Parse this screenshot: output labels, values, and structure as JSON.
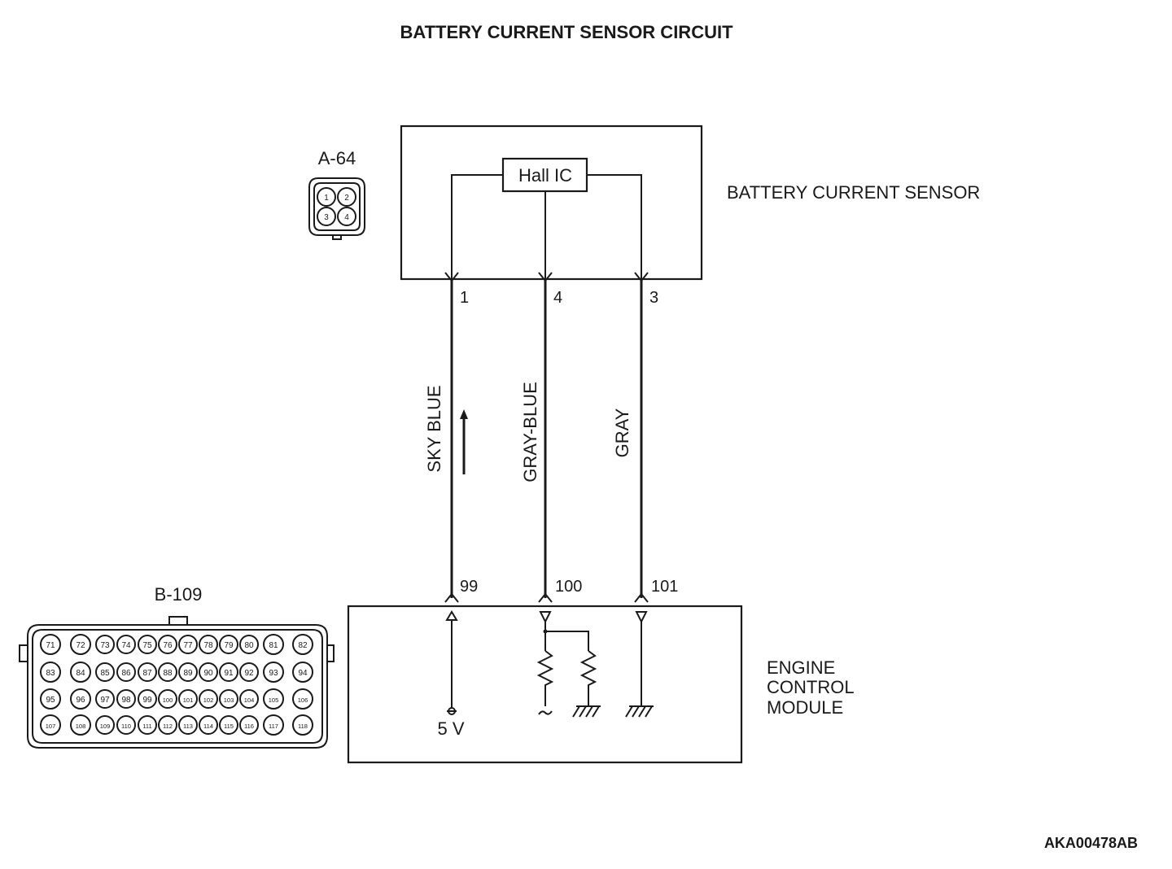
{
  "title": "BATTERY CURRENT SENSOR CIRCUIT",
  "sensor": {
    "name": "BATTERY CURRENT SENSOR",
    "ic_label": "Hall IC",
    "connector_id": "A-64",
    "connector_pins": [
      "1",
      "2",
      "3",
      "4"
    ]
  },
  "wires": [
    {
      "sensor_pin": "1",
      "color": "SKY BLUE",
      "ecm_pin": "99"
    },
    {
      "sensor_pin": "4",
      "color": "GRAY-BLUE",
      "ecm_pin": "100"
    },
    {
      "sensor_pin": "3",
      "color": "GRAY",
      "ecm_pin": "101"
    }
  ],
  "ecm": {
    "name_lines": [
      "ENGINE",
      "CONTROL",
      "MODULE"
    ],
    "supply_label": "5 V",
    "connector_id": "B-109",
    "connector_rows": [
      [
        "71",
        "72",
        "73",
        "74",
        "75",
        "76",
        "77",
        "78",
        "79",
        "80",
        "81",
        "82"
      ],
      [
        "83",
        "84",
        "85",
        "86",
        "87",
        "88",
        "89",
        "90",
        "91",
        "92",
        "93",
        "94"
      ],
      [
        "95",
        "96",
        "97",
        "98",
        "99",
        "100",
        "101",
        "102",
        "103",
        "104",
        "105",
        "106"
      ],
      [
        "107",
        "108",
        "109",
        "110",
        "111",
        "112",
        "113",
        "114",
        "115",
        "116",
        "117",
        "118"
      ]
    ]
  },
  "figure_code": "AKA00478AB"
}
